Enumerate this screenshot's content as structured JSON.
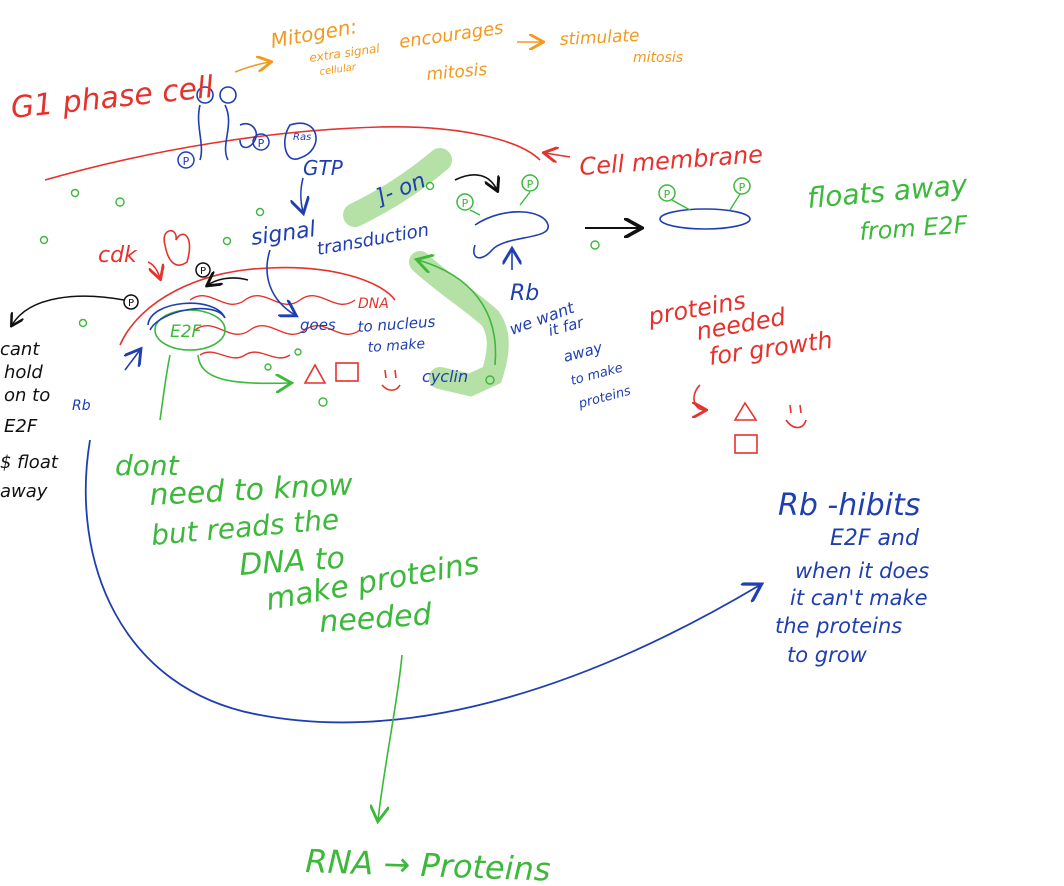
{
  "colors": {
    "red": "#e5322d",
    "orange": "#f29a1d",
    "blue": "#1f3fb0",
    "green": "#3cb83a",
    "black": "#111111",
    "highlight": "#a8dc96"
  },
  "labels": {
    "g1_cell": "G1 phase cell",
    "mitogen": "Mitogen:",
    "mitogen_def_a": "extra signal",
    "mitogen_def_b": "cellular",
    "encourages": "encourages",
    "mitosis": "mitosis",
    "stimulate": "stimulate",
    "mitosis2": "mitosis",
    "ras": "Ras",
    "gtp": "GTP",
    "cell_membrane": "Cell membrane",
    "on": "]- on",
    "floats_away": "floats away",
    "from_e2f": "from E2F",
    "cdk": "cdk",
    "signal": "signal",
    "transduction": "transduction",
    "dna": "DNA",
    "goes": "goes",
    "to_nucleus": "to nucleus",
    "to_make": "to make",
    "cyclin": "cyclin",
    "rb": "Rb",
    "we_want_1": "we want",
    "we_want_2": "it far",
    "we_want_3": "away",
    "we_want_4": "to make",
    "we_want_5": "proteins",
    "proteins_needed_1": "proteins",
    "proteins_needed_2": "needed",
    "proteins_needed_3": "for growth",
    "e2f": "E2F",
    "cant_1": "cant",
    "cant_2": "hold",
    "cant_3": "on to",
    "cant_4": "E2F",
    "cant_5": "$ float",
    "cant_6": "away",
    "rb_small": "Rb",
    "dont_1": "dont",
    "dont_2": "need to know",
    "dont_3": "but reads the",
    "dont_4": "DNA   to",
    "dont_5": "make  proteins",
    "dont_6": "needed",
    "rb_hibits_1": "Rb -hibits",
    "rb_hibits_2": "E2F  and",
    "rb_hibits_3": "when it does",
    "rb_hibits_4": "it can't make",
    "rb_hibits_5": "the proteins",
    "rb_hibits_6": "to grow",
    "rna_proteins": "RNA → Proteins",
    "p": "P"
  }
}
